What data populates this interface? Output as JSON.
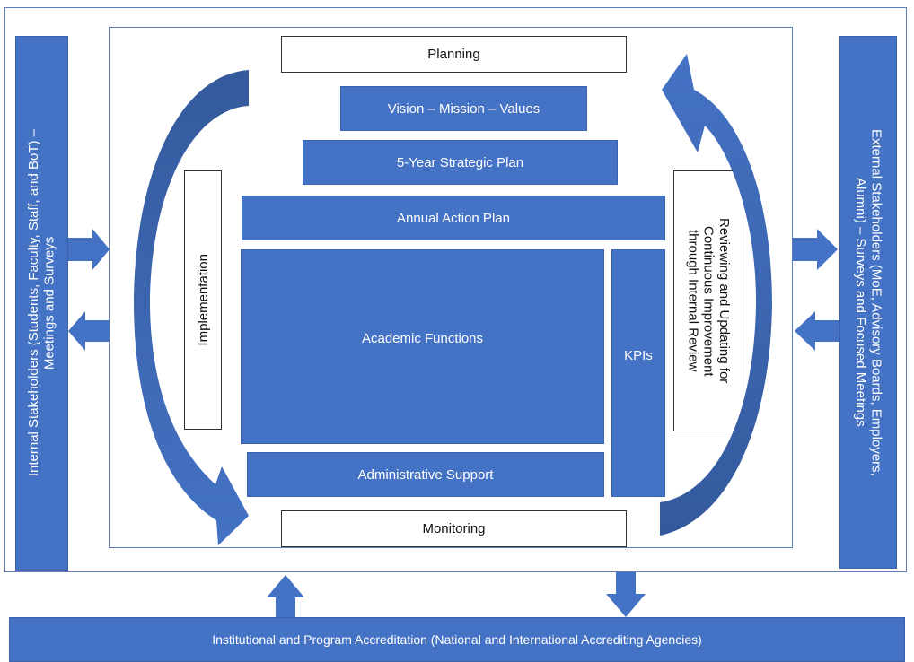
{
  "colors": {
    "accent_blue": "#4472c4",
    "dark_blue": "#345a9c",
    "border": "#5b7fbf"
  },
  "left_stakeholders": {
    "label_line1": "Internal Stakeholders (Students, Faculty, Staff, and BoT) –",
    "label_line2": "Meetings and Surveys"
  },
  "right_stakeholders": {
    "label_line1": "External Stakeholders (MoE, Advisory Boards, Employers,",
    "label_line2": "Alumni) – Surveys and Focused Meetings"
  },
  "center": {
    "planning": "Planning",
    "vision": "Vision – Mission – Values",
    "strategic_plan": "5-Year Strategic Plan",
    "annual_plan": "Annual Action Plan",
    "academic": "Academic Functions",
    "kpis": "KPIs",
    "admin": "Administrative Support",
    "monitoring": "Monitoring",
    "implementation": "Implementation",
    "reviewing_line1": "Reviewing and Updating for",
    "reviewing_line2": "Continuous Improvement",
    "reviewing_line3": "through Internal Review"
  },
  "accreditation": "Institutional and Program Accreditation (National and International Accrediting Agencies)",
  "icons": [
    "arrow-right-icon",
    "arrow-left-icon",
    "arrow-up-icon",
    "arrow-down-icon",
    "curved-arrow-down-icon",
    "curved-arrow-up-icon"
  ]
}
